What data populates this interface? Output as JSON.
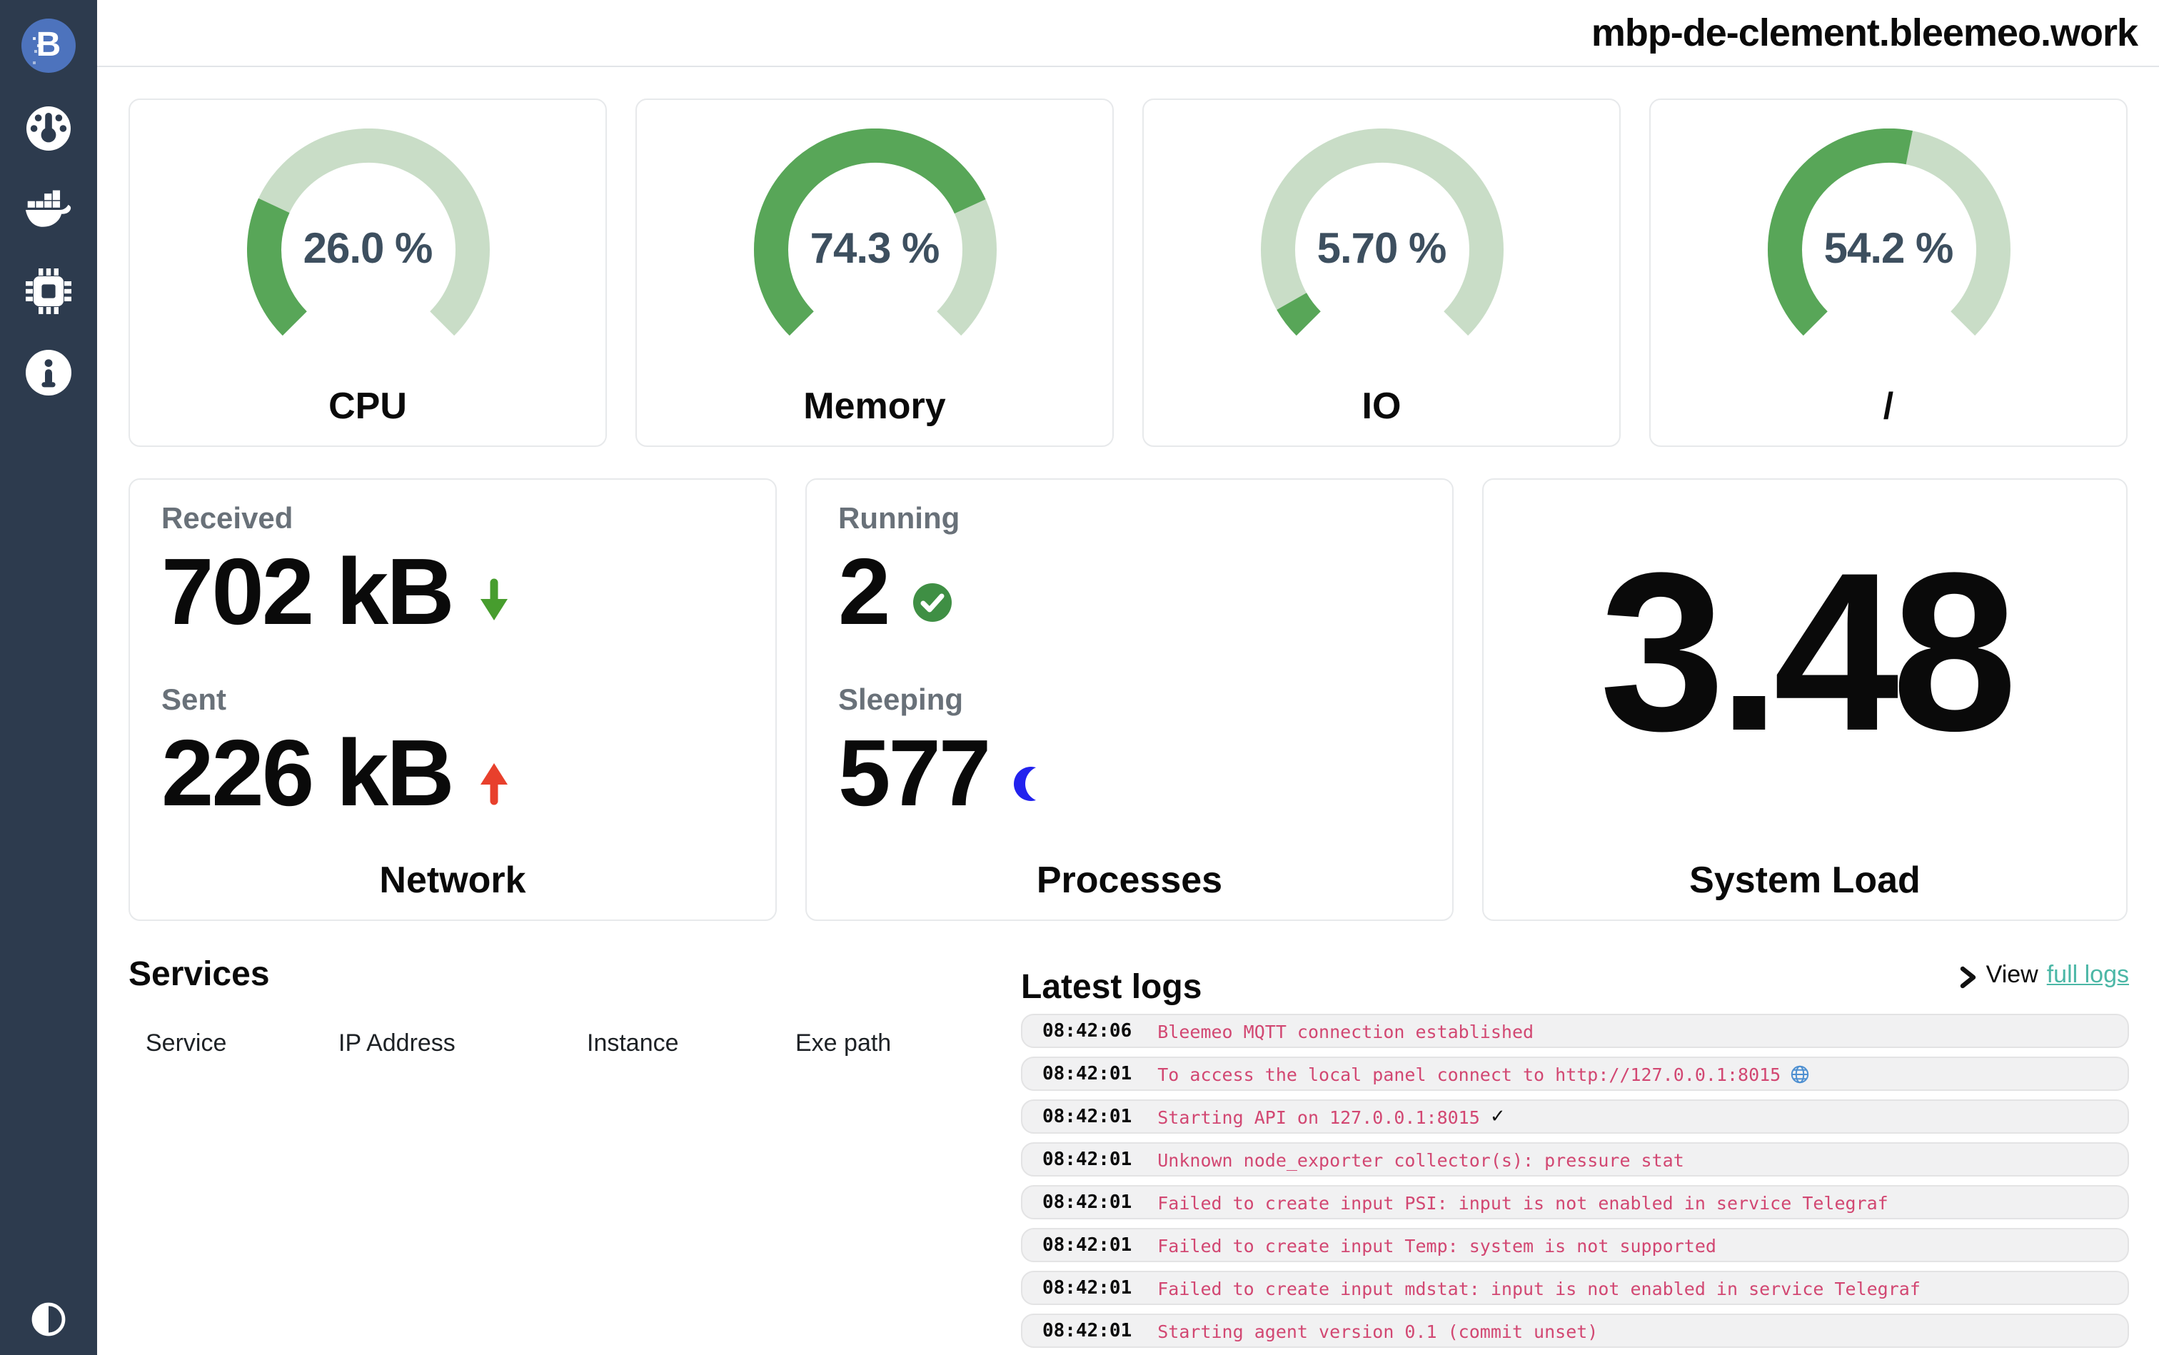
{
  "header": {
    "title": "mbp-de-clement.bleemeo.work"
  },
  "sidebar": {
    "logo_letter": "B",
    "items": [
      {
        "icon": "gauge-icon"
      },
      {
        "icon": "docker-icon"
      },
      {
        "icon": "microchip-icon"
      },
      {
        "icon": "info-icon"
      }
    ],
    "theme_toggle_icon": "theme-toggle-icon"
  },
  "gauges": [
    {
      "label": "CPU",
      "value": 26.0,
      "display": "26.0 %"
    },
    {
      "label": "Memory",
      "value": 74.3,
      "display": "74.3 %"
    },
    {
      "label": "IO",
      "value": 5.7,
      "display": "5.70 %"
    },
    {
      "label": "/",
      "value": 54.2,
      "display": "54.2 %"
    }
  ],
  "network": {
    "received_label": "Received",
    "received_value": "702 kB",
    "sent_label": "Sent",
    "sent_value": "226 kB",
    "title": "Network"
  },
  "processes": {
    "running_label": "Running",
    "running_value": "2",
    "sleeping_label": "Sleeping",
    "sleeping_value": "577",
    "title": "Processes"
  },
  "system_load": {
    "value": "3.48",
    "title": "System Load"
  },
  "services": {
    "title": "Services",
    "columns": [
      "Service",
      "IP Address",
      "Instance",
      "Exe path"
    ],
    "rows": []
  },
  "logs": {
    "title": "Latest logs",
    "view_label": "View",
    "view_link_label": "full logs",
    "rows": [
      {
        "time": "08:42:06",
        "message": "Bleemeo MQTT connection established",
        "suffix_icon": null
      },
      {
        "time": "08:42:01",
        "message": "To access the local panel connect to http://127.0.0.1:8015",
        "suffix_icon": "globe-icon"
      },
      {
        "time": "08:42:01",
        "message": "Starting API on 127.0.0.1:8015",
        "suffix_icon": "check-icon"
      },
      {
        "time": "08:42:01",
        "message": "Unknown node_exporter collector(s): pressure stat",
        "suffix_icon": null
      },
      {
        "time": "08:42:01",
        "message": "Failed to create input PSI: input is not enabled in service Telegraf",
        "suffix_icon": null
      },
      {
        "time": "08:42:01",
        "message": "Failed to create input Temp: system is not supported",
        "suffix_icon": null
      },
      {
        "time": "08:42:01",
        "message": "Failed to create input mdstat: input is not enabled in service Telegraf",
        "suffix_icon": null
      },
      {
        "time": "08:42:01",
        "message": "Starting agent version 0.1 (commit unset)",
        "suffix_icon": null
      }
    ]
  },
  "colors": {
    "sidebar_bg": "#2d3b4e",
    "logo_blue": "#4d73bd",
    "gauge_progress_green": "#58a658",
    "gauge_track_green": "#c9ddc7",
    "gauge_value_text": "#3d4f5f",
    "arrow_down_green": "#479d2e",
    "arrow_up_red": "#e8402c",
    "check_circle_green": "#3f8f44",
    "moon_blue": "#2222ee",
    "log_message_pink": "#d24772",
    "link_teal": "#4cb7a6"
  }
}
